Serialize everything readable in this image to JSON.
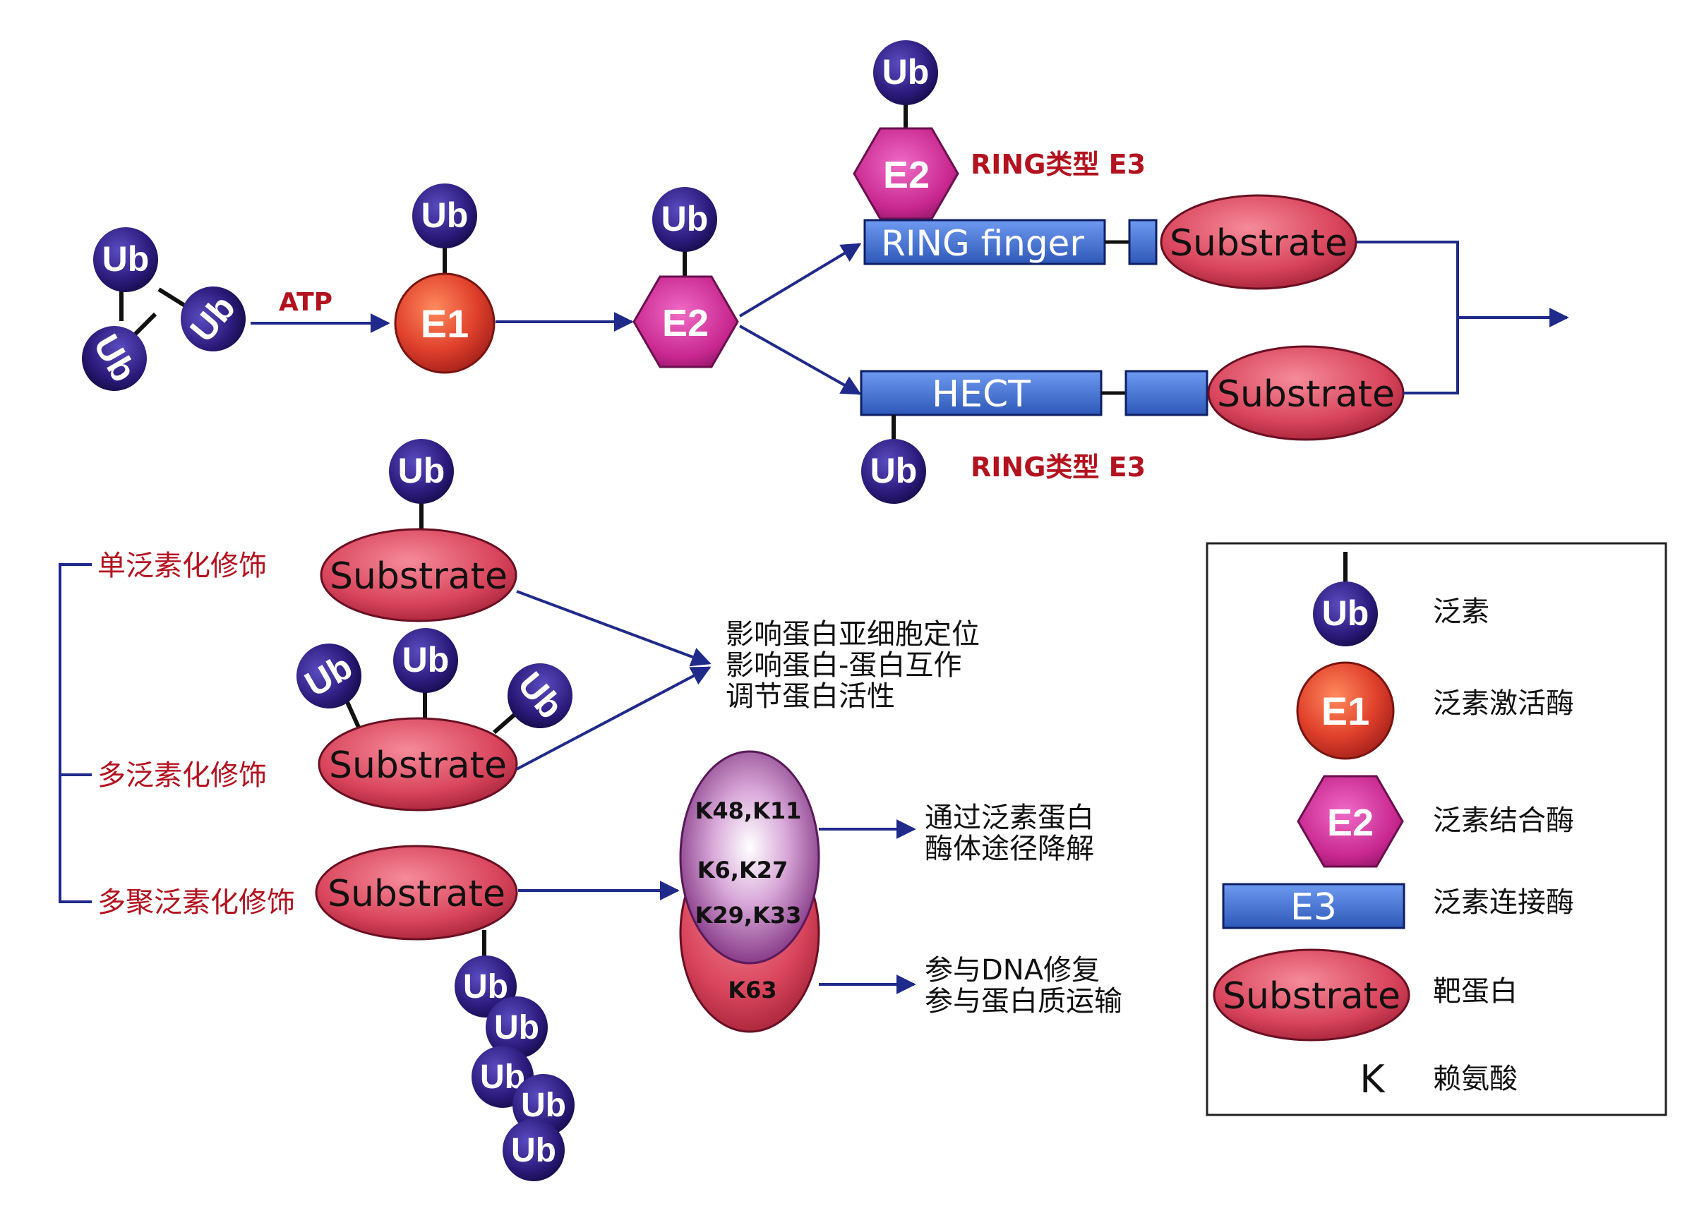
{
  "ubiquitin": "Ub",
  "enzymes": {
    "e1": "E1",
    "e2": "E2",
    "e3": "E3"
  },
  "atp": "ATP",
  "ring_finger": "RING finger",
  "hect": "HECT",
  "substrate": "Substrate",
  "e3_type_top": "RING类型 E3",
  "e3_type_bottom": "RING类型 E3",
  "modifications": {
    "mono": "单泛素化修饰",
    "multi": "多泛素化修饰",
    "poly": "多聚泛素化修饰"
  },
  "effects_group": [
    "影响蛋白亚细胞定位",
    "影响蛋白-蛋白互作",
    "调节蛋白活性"
  ],
  "linkages": {
    "a": "K48,K11",
    "b": "K6,K27",
    "c": "K29,K33",
    "d": "K63"
  },
  "outcome_degradation": [
    "通过泛素蛋白",
    "酶体途径降解"
  ],
  "outcome_repair": [
    "参与DNA修复",
    "参与蛋白质运输"
  ],
  "legend": {
    "ub": "泛素",
    "e1": "泛素激活酶",
    "e2": "泛素结合酶",
    "e3": "泛素连接酶",
    "substrate": "靶蛋白",
    "k_symbol": "K",
    "k": "赖氨酸"
  },
  "colors": {
    "ub_fill": "#2b1a7a",
    "e1_fill": "#e0412c",
    "e2_fill": "#c8288f",
    "e3_fill": "#3f6ed0",
    "substrate_fill": "#d9455c",
    "arrow": "#1f2a8a",
    "label_red": "#b3121f"
  }
}
